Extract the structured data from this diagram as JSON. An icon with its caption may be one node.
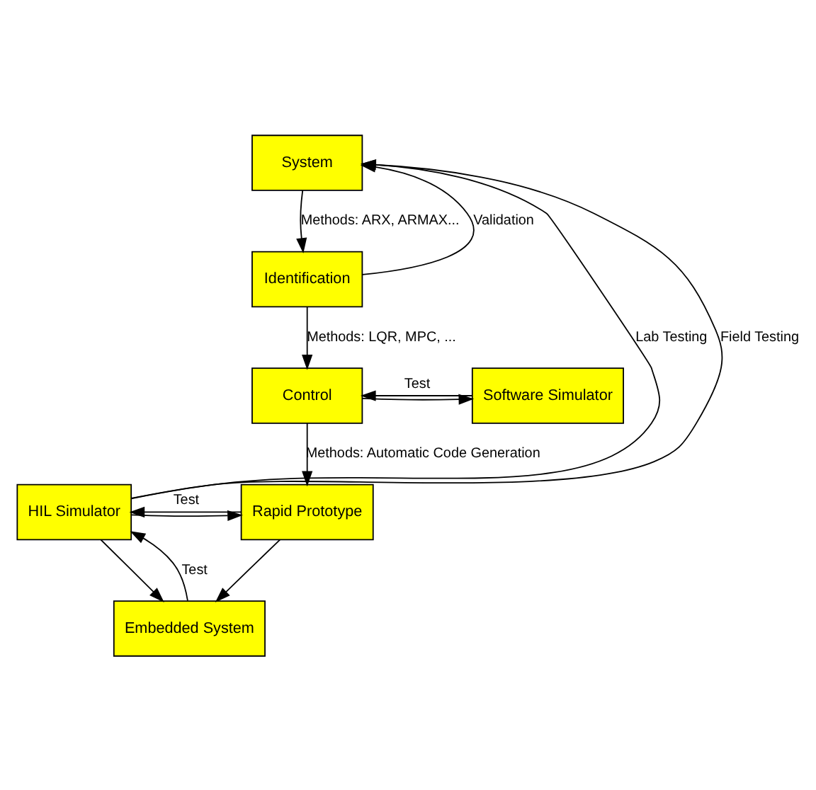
{
  "diagram": {
    "nodes": [
      {
        "text": [
          "System"
        ]
      },
      {
        "text": [
          "Identification"
        ]
      },
      {
        "text": [
          "Software Simulator"
        ]
      },
      {
        "text": [
          "Control"
        ]
      },
      {
        "text": [
          "HIL Simulator"
        ]
      },
      {
        "text": [
          "Rapid Prototype"
        ]
      },
      {
        "text": [
          "Embedded System"
        ]
      }
    ],
    "edges": [
      {
        "from": 0,
        "to": 1,
        "arrow": "to",
        "label": "Methods: ARX, ARMAX..."
      },
      {
        "from": 1,
        "to": 0,
        "arrow": "to",
        "label": "Validation"
      },
      {
        "from": 1,
        "to": 3,
        "arrow": "to",
        "label": "Methods: LQR, MPC, ..."
      },
      {
        "from": 2,
        "to": 3,
        "arrow": "to",
        "label": "Test"
      },
      {
        "from": 3,
        "to": 2,
        "arrow": "to"
      },
      {
        "from": 3,
        "to": 5,
        "arrow": "to",
        "label": "Methods: Automatic Code Generation"
      },
      {
        "from": 4,
        "to": 5,
        "arrow": "to"
      },
      {
        "from": 5,
        "to": 4,
        "arrow": "to",
        "label": "Test"
      },
      {
        "from": 5,
        "to": 6,
        "arrow": "to"
      },
      {
        "from": 4,
        "to": 6,
        "arrow": "to"
      },
      {
        "from": 6,
        "to": 4,
        "arrow": "to",
        "label": "Test"
      },
      {
        "from": 4,
        "to": 0,
        "arrow": "to",
        "label": "Lab Testing"
      },
      {
        "from": 4,
        "to": 0,
        "arrow": "to",
        "label": "Field Testing"
      }
    ]
  }
}
